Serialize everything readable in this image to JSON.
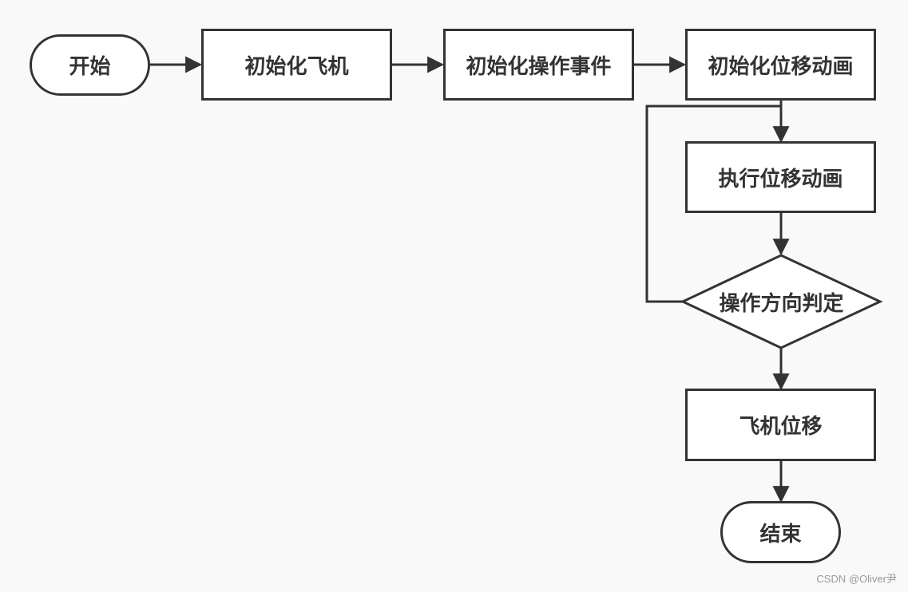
{
  "nodes": {
    "start": "开始",
    "init_plane": "初始化飞机",
    "init_events": "初始化操作事件",
    "init_anim": "初始化位移动画",
    "run_anim": "执行位移动画",
    "decision": "操作方向判定",
    "plane_move": "飞机位移",
    "end": "结束"
  },
  "watermark": "CSDN @Oliver尹",
  "colors": {
    "stroke": "#333333",
    "fill": "#ffffff",
    "background": "#f9f9f9"
  }
}
